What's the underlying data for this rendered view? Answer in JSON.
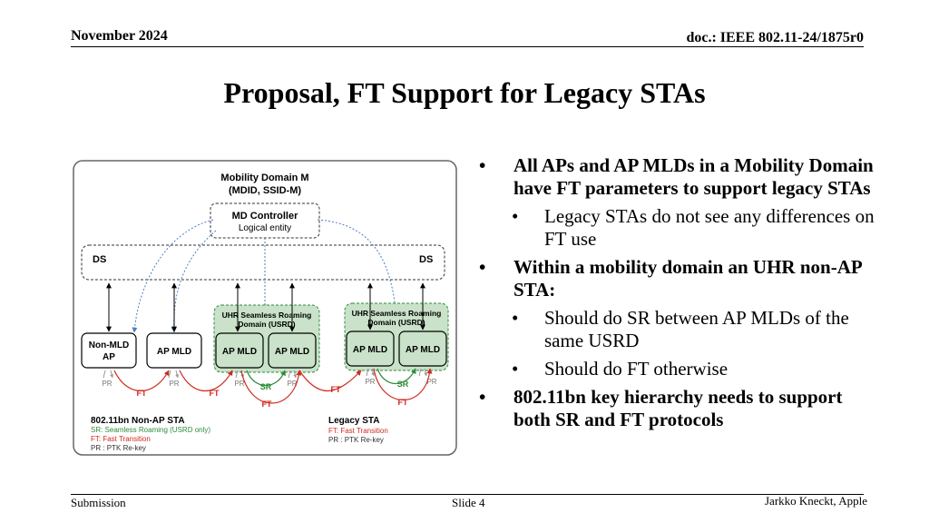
{
  "header": {
    "date": "November 2024",
    "doc": "doc.: IEEE 802.11-24/1875r0"
  },
  "title": "Proposal,  FT Support for Legacy STAs",
  "diagram": {
    "md_title": "Mobility Domain M",
    "md_subtitle": "(MDID, SSID-M)",
    "controller_title": "MD Controller",
    "controller_subtitle": "Logical entity",
    "ds_left": "DS",
    "ds_right": "DS",
    "usrd_label_1": "UHR Seamless Roaming",
    "usrd_label_2": "Domain (USRD)",
    "non_mld_ap_1": "Non-MLD",
    "non_mld_ap_2": "AP",
    "ap_mld": "AP MLD",
    "pr": "PR",
    "ft": "FT",
    "sr": "SR",
    "legend_left": {
      "title": "802.11bn Non-AP STA",
      "sr": "SR: Seamless Roaming (USRD only)",
      "ft": "FT: Fast Transition",
      "pr": "PR : PTK Re-key"
    },
    "legend_right": {
      "title": "Legacy STA",
      "ft": "FT: Fast Transition",
      "pr": "PR : PTK Re-key"
    },
    "colors": {
      "green": "#2e8b3a",
      "red": "#d02a1e",
      "blue": "#4a7fc4",
      "green_fill": "#c9e2c9"
    }
  },
  "bullets": [
    {
      "level": 1,
      "text": "All APs and AP MLDs in a Mobility Domain have FT parameters to support legacy STAs"
    },
    {
      "level": 2,
      "text": "Legacy STAs do not see any differences on FT use"
    },
    {
      "level": 1,
      "text": "Within a mobility domain an UHR non-AP STA:"
    },
    {
      "level": 2,
      "text": "Should do SR between AP MLDs of the same USRD"
    },
    {
      "level": 2,
      "text": "Should do FT otherwise"
    },
    {
      "level": 1,
      "text": "802.11bn key hierarchy needs to support both SR and FT protocols"
    }
  ],
  "footer": {
    "left": "Submission",
    "middle": "Slide 4",
    "right": "Jarkko Kneckt, Apple"
  }
}
